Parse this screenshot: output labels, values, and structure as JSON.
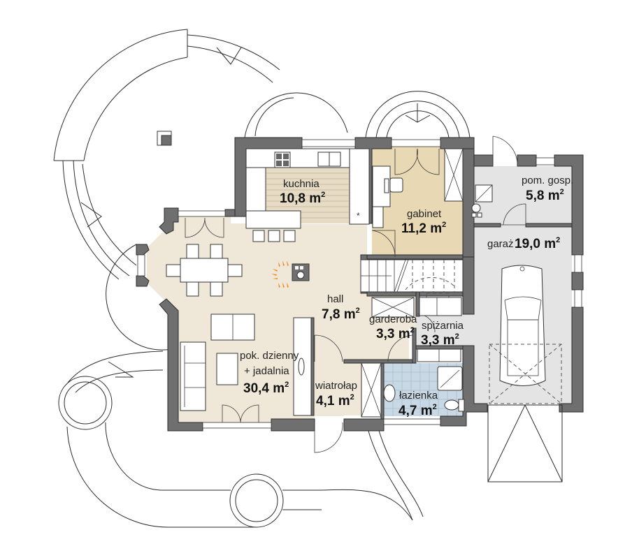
{
  "plan": {
    "colors": {
      "wall": "#6f6f6f",
      "living_floor": "#efe8d8",
      "study_floor": "#e8d8b4",
      "utility_floor": "#e4e4e4",
      "bathroom_floor": "#c8d8e4",
      "kitchen_stripes": "#e6dcc6",
      "fire": "#f08a1c"
    },
    "unit_suffix": " m",
    "unit_sup": "2",
    "rooms": [
      {
        "id": "kuchnia",
        "name": "kuchnia",
        "area": "10,8"
      },
      {
        "id": "gabinet",
        "name": "gabinet",
        "area": "11,2"
      },
      {
        "id": "pom-gosp",
        "name": "pom. gosp.",
        "area": "5,8"
      },
      {
        "id": "garaz",
        "name": "garaż",
        "area": "19,0"
      },
      {
        "id": "hall",
        "name": "hall",
        "area": "7,8"
      },
      {
        "id": "garderoba",
        "name": "garderoba",
        "area": "3,3"
      },
      {
        "id": "spizarnia",
        "name": "spiżarnia",
        "area": "3,3"
      },
      {
        "id": "pok-dzienny",
        "name": "pok. dzienny",
        "name2": "+ jadalnia",
        "area": "30,4"
      },
      {
        "id": "wiatrolap",
        "name": "wiatrołap",
        "area": "4,1"
      },
      {
        "id": "lazienka",
        "name": "łazienka",
        "area": "4,7"
      }
    ]
  }
}
